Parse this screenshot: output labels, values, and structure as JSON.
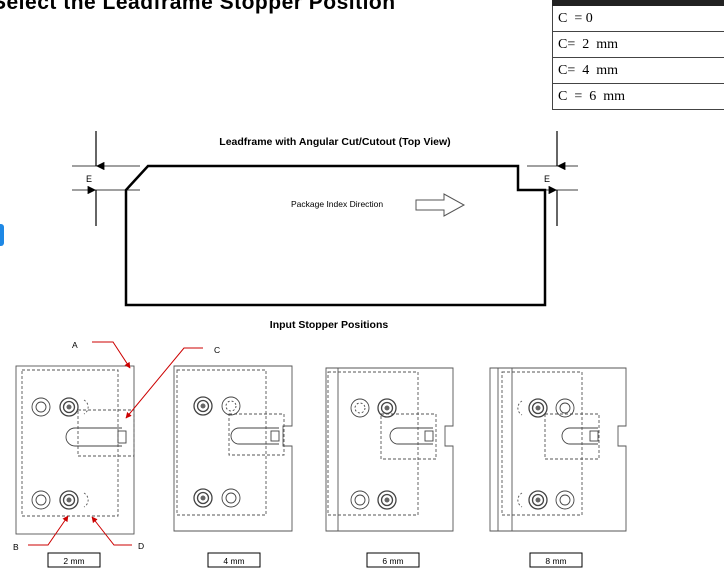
{
  "page_title": "Select the Leadframe Stopper Position",
  "options": [
    {
      "label": "C  = 0"
    },
    {
      "label": "C=  2  mm"
    },
    {
      "label": "C=  4  mm"
    },
    {
      "label": "C  =  6  mm"
    }
  ],
  "leadframe": {
    "title": "Leadframe with Angular Cut/Cutout (Top View)",
    "direction_label": "Package Index Direction",
    "left_dim_label": "E",
    "right_dim_label": "E"
  },
  "stoppers": {
    "title": "Input Stopper Positions",
    "callouts": {
      "a": "A",
      "b": "B",
      "c": "C",
      "d": "D"
    },
    "positions": [
      {
        "label": "2 mm"
      },
      {
        "label": "4 mm"
      },
      {
        "label": "6 mm"
      },
      {
        "label": "8 mm"
      }
    ]
  }
}
